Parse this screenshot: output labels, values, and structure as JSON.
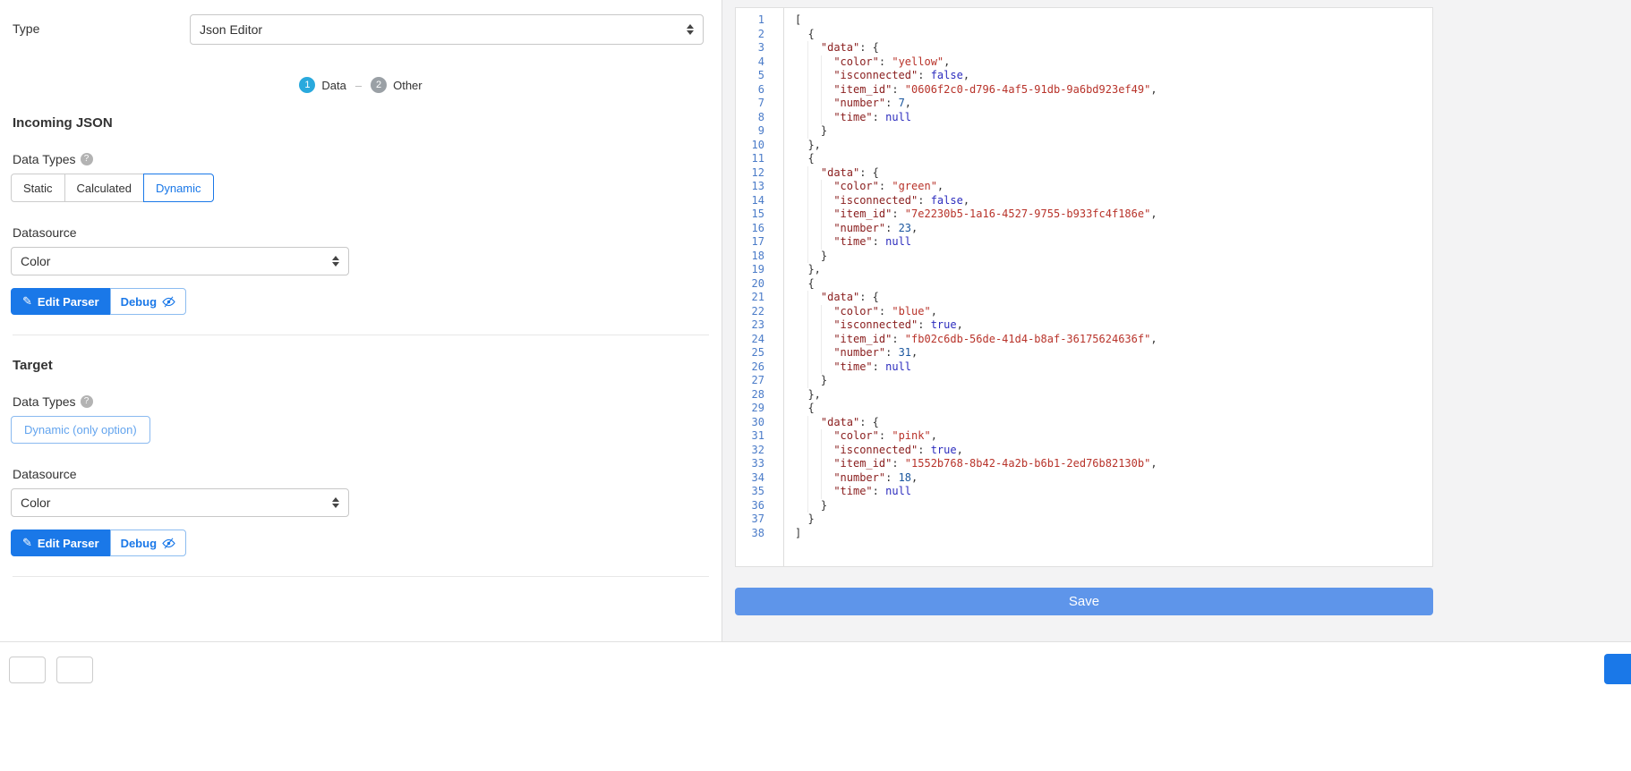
{
  "left_panel": {
    "type": {
      "label": "Type",
      "value": "Json Editor"
    },
    "stepper": {
      "separator": "–",
      "steps": [
        {
          "number": "1",
          "label": "Data",
          "active": true
        },
        {
          "number": "2",
          "label": "Other",
          "active": false
        }
      ]
    },
    "incoming": {
      "heading": "Incoming JSON",
      "data_types_label": "Data Types",
      "data_type_options": [
        "Static",
        "Calculated",
        "Dynamic"
      ],
      "selected_data_type": "Dynamic",
      "datasource_label": "Datasource",
      "datasource_value": "Color",
      "edit_parser_label": "Edit Parser",
      "debug_label": "Debug"
    },
    "target": {
      "heading": "Target",
      "data_types_label": "Data Types",
      "data_type_options": [
        "Dynamic (only option)"
      ],
      "selected_data_type": "Dynamic (only option)",
      "datasource_label": "Datasource",
      "datasource_value": "Color",
      "edit_parser_label": "Edit Parser",
      "debug_label": "Debug"
    }
  },
  "editor": {
    "language": "json",
    "line_count": 38,
    "lines": [
      "[",
      "  {",
      "    \"data\": {",
      "      \"color\": \"yellow\",",
      "      \"isconnected\": false,",
      "      \"item_id\": \"0606f2c0-d796-4af5-91db-9a6bd923ef49\",",
      "      \"number\": 7,",
      "      \"time\": null",
      "    }",
      "  },",
      "  {",
      "    \"data\": {",
      "      \"color\": \"green\",",
      "      \"isconnected\": false,",
      "      \"item_id\": \"7e2230b5-1a16-4527-9755-b933fc4f186e\",",
      "      \"number\": 23,",
      "      \"time\": null",
      "    }",
      "  },",
      "  {",
      "    \"data\": {",
      "      \"color\": \"blue\",",
      "      \"isconnected\": true,",
      "      \"item_id\": \"fb02c6db-56de-41d4-b8af-36175624636f\",",
      "      \"number\": 31,",
      "      \"time\": null",
      "    }",
      "  },",
      "  {",
      "    \"data\": {",
      "      \"color\": \"pink\",",
      "      \"isconnected\": true,",
      "      \"item_id\": \"1552b768-8b42-4a2b-b6b1-2ed76b82130b\",",
      "      \"number\": 18,",
      "      \"time\": null",
      "    }",
      "  }",
      "]"
    ]
  },
  "actions": {
    "save_label": "Save"
  },
  "colors": {
    "primary_blue": "#1a78e8",
    "save_blue": "#5e95ea",
    "step_active": "#29a9dd",
    "step_inactive": "#9aa0a5",
    "panel_gray": "#f3f3f4",
    "line_number_blue": "#4a7bc8",
    "json_key": "#8b2020",
    "json_string": "#b8332a",
    "json_atom": "#2c2cbe",
    "json_number": "#1a569e"
  }
}
